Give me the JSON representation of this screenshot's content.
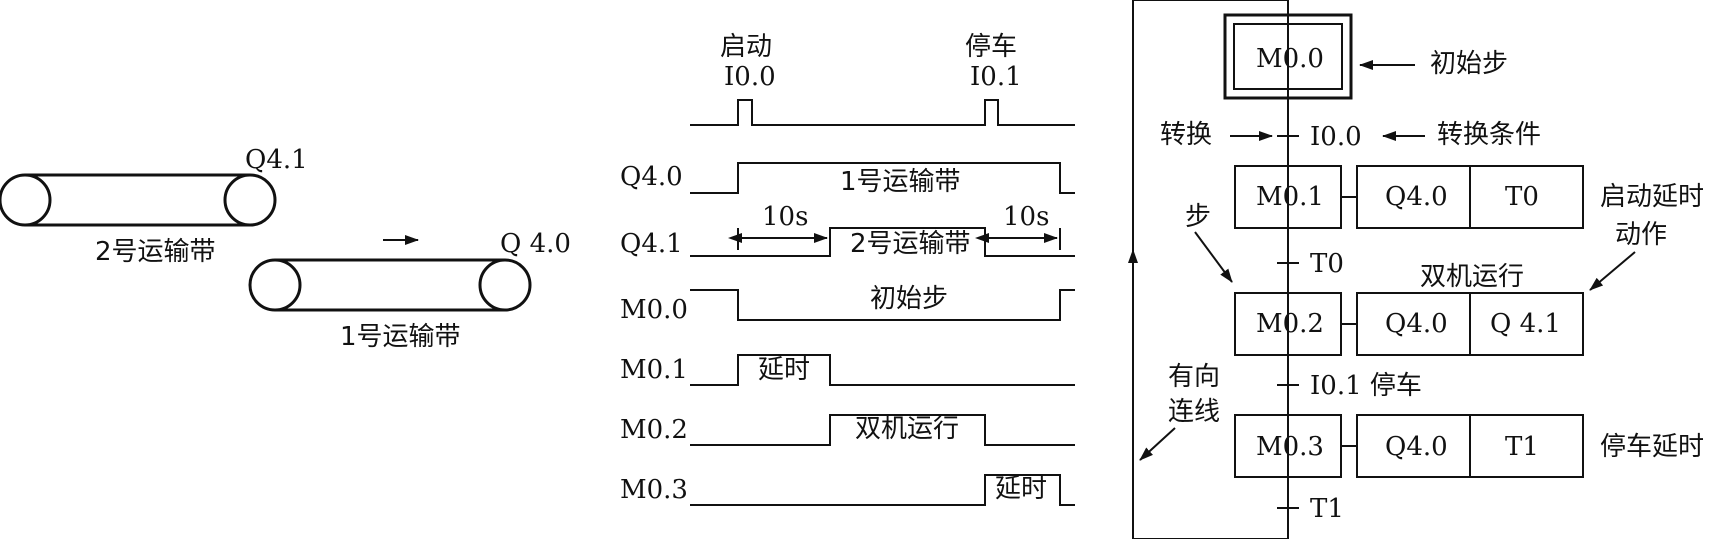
{
  "conveyor": {
    "belt2_label": "2号运输带",
    "belt1_label": "1号运输带",
    "motor_q41": "Q4.1",
    "motor_q40": "Q 4.0",
    "direction_arrow": "→"
  },
  "timing": {
    "start_label": "启动",
    "start_input": "I0.0",
    "stop_label": "停车",
    "stop_input": "I0.1",
    "rows": [
      {
        "name": "Q4.0",
        "text": "1号运输带"
      },
      {
        "name": "Q4.1",
        "text": "2号运输带"
      },
      {
        "name": "M0.0",
        "text": "初始步"
      },
      {
        "name": "M0.1",
        "text": "延时"
      },
      {
        "name": "M0.2",
        "text": "双机运行"
      },
      {
        "name": "M0.3",
        "text": "延时"
      }
    ],
    "delay_left": "10s",
    "delay_right": "10s"
  },
  "sfc": {
    "initial_step": "M0.0",
    "initial_step_note": "初始步",
    "transition_note": "转换",
    "transition_condition_note": "转换条件",
    "cond_1": "I0.0",
    "step_1": "M0.1",
    "step_1_actions": [
      "Q4.0",
      "T0"
    ],
    "step_1_note": "启动延时",
    "cond_2": "T0",
    "step_note": "步",
    "action_note": "动作",
    "step_2_group": "双机运行",
    "step_2": "M0.2",
    "step_2_actions": [
      "Q4.0",
      "Q 4.1"
    ],
    "cond_3": "I0.1 停车",
    "link_note_1": "有向",
    "link_note_2": "连线",
    "step_3": "M0.3",
    "step_3_actions": [
      "Q4.0",
      "T1"
    ],
    "step_3_note": "停车延时",
    "cond_4": "T1"
  }
}
